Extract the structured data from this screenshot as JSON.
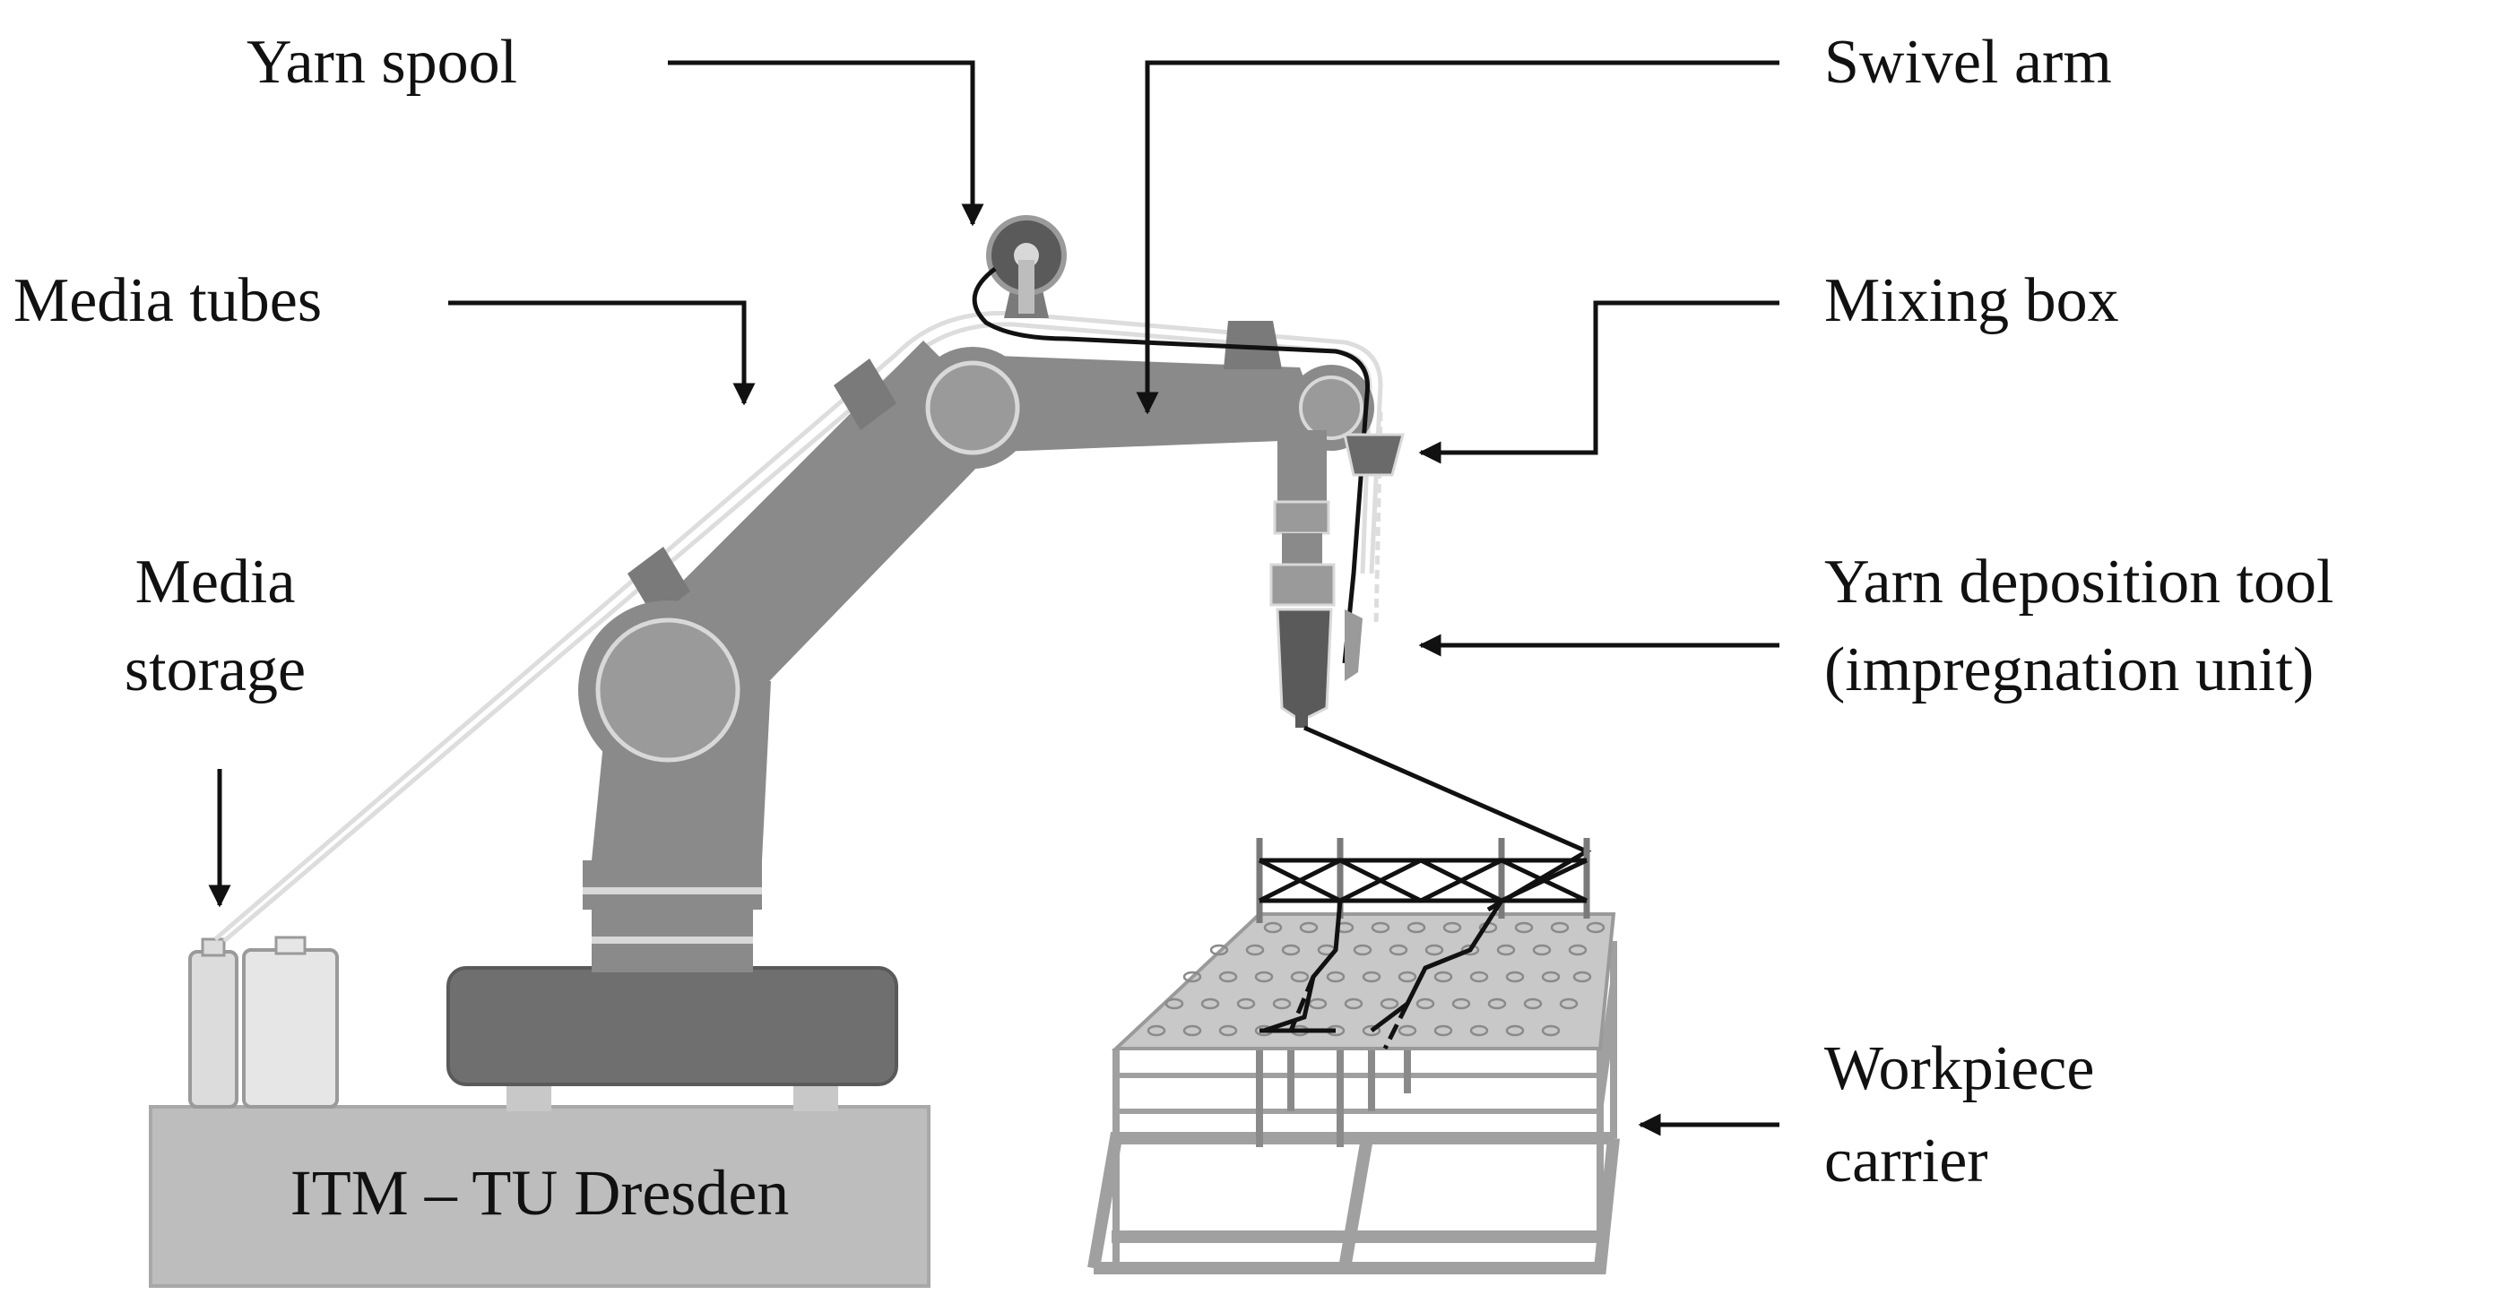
{
  "labels": {
    "yarn_spool": "Yarn spool",
    "swivel_arm": "Swivel arm",
    "media_tubes": "Media tubes",
    "mixing_box": "Mixing box",
    "media_storage_1": "Media",
    "media_storage_2": "storage",
    "yarn_tool_1": "Yarn deposition tool",
    "yarn_tool_2": "(impregnation unit)",
    "workpiece_1": "Workpiece",
    "workpiece_2": "carrier",
    "base": "ITM – TU Dresden"
  },
  "colors": {
    "robot": "#8a8a8a",
    "robot_dark": "#6a6a6a",
    "joint": "#9a9a9a",
    "tube": "#dddddd",
    "frame": "#a0a0a0",
    "plate": "#c8c8c8",
    "base": "#bdbdbd",
    "storage": "#e2e2e2",
    "arrow": "#111111"
  }
}
